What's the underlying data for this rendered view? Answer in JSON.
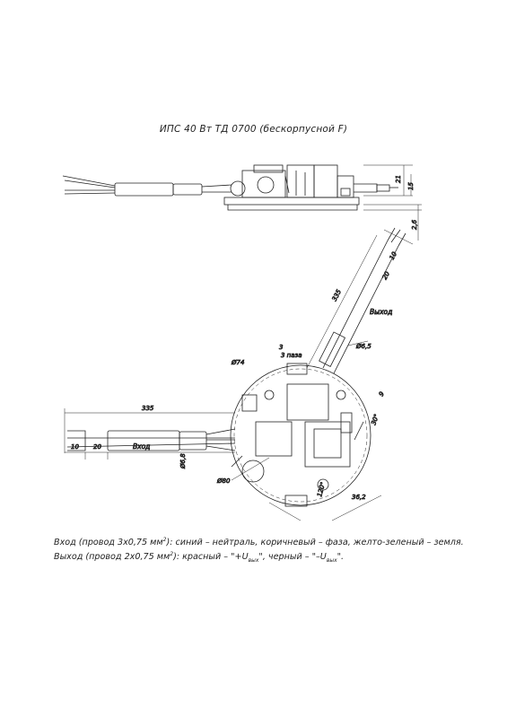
{
  "title": "ИПС 40 Вт ТД 0700 (бескорпусной F)",
  "side_view": {
    "dims": [
      "21",
      "15",
      "2,6"
    ]
  },
  "plan_view": {
    "dims": {
      "output_length": "335",
      "output_strip": "20",
      "output_tip": "10",
      "output_label": "Выход",
      "output_cable_dia": "Ø6,5",
      "hole": "Ø74",
      "slot_width": "3",
      "slot_count": "3 паза",
      "tab_size": "9",
      "tab_offset": "30°",
      "input_length": "335",
      "input_tip": "10",
      "input_strip": "20",
      "input_label": "Вход",
      "input_cable_dia": "Ø6,8",
      "board_dia": "Ø80",
      "board_angle": "120°",
      "board_radius": "36,2"
    }
  },
  "notes": {
    "input": {
      "prefix": "Вход (провод 3х0,75 мм",
      "sup": "2",
      "suffix": "): синий – нейтраль, коричневый – фаза, желто-зеленый – земля."
    },
    "output": {
      "prefix": "Выход (провод 2х0,75 мм",
      "sup": "2",
      "mid1": "): красный – \"+U",
      "sub1": "вых",
      "mid2": "\", черный – \"–U",
      "sub2": "вых",
      "suffix": "\"."
    }
  }
}
